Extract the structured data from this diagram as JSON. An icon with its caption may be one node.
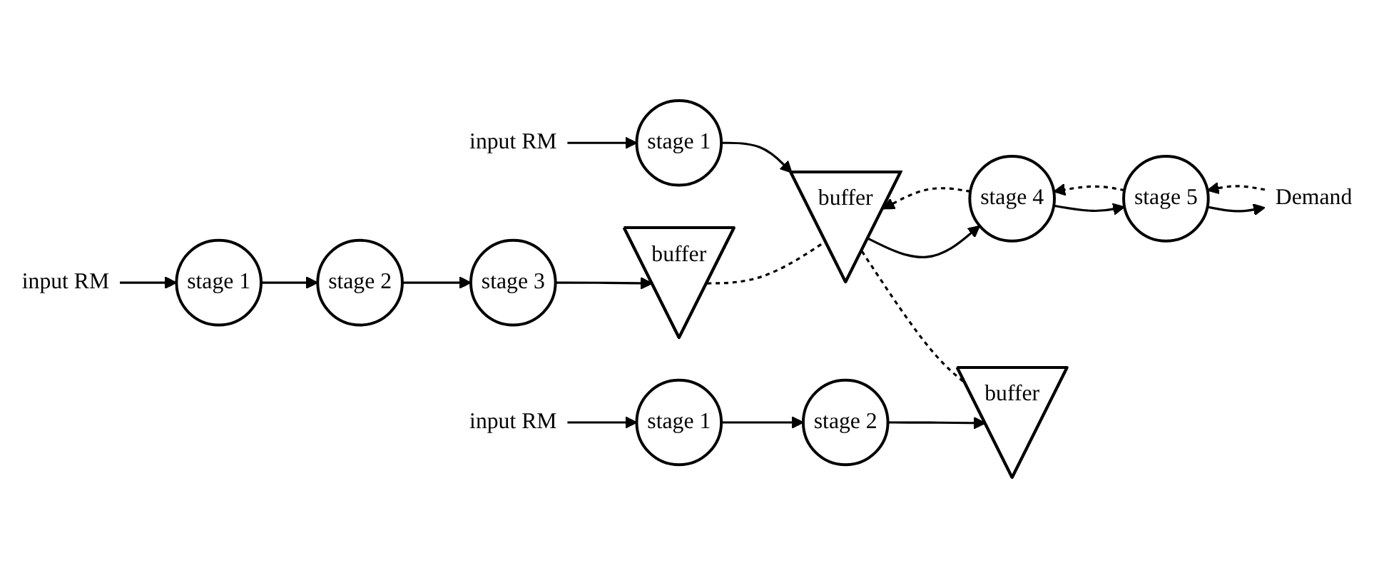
{
  "diagram": {
    "nodes": [
      {
        "text": [
          "input RM"
        ]
      },
      {
        "text": [
          "stage 1"
        ]
      },
      {
        "text": [
          "stage 2"
        ]
      },
      {
        "text": [
          "stage 3"
        ]
      },
      {
        "text": [
          "buffer"
        ]
      },
      {
        "text": [
          "input RM"
        ]
      },
      {
        "text": [
          "stage 1"
        ]
      },
      {
        "text": [
          "buffer"
        ]
      },
      {
        "text": [
          "stage 4"
        ]
      },
      {
        "text": [
          "stage 5"
        ]
      },
      {
        "text": [
          "Demand"
        ]
      },
      {
        "text": [
          "input RM"
        ]
      },
      {
        "text": [
          "stage 1"
        ]
      },
      {
        "text": [
          "stage 2"
        ]
      },
      {
        "text": [
          "buffer"
        ]
      }
    ],
    "edges": [
      {
        "from": 0,
        "to": 1,
        "arrow": "to"
      },
      {
        "from": 1,
        "to": 2,
        "arrow": "to"
      },
      {
        "from": 2,
        "to": 3,
        "arrow": "to"
      },
      {
        "from": 3,
        "to": 4,
        "arrow": "to"
      },
      {
        "from": 4,
        "to": 7,
        "arrow": "none",
        "style": "dashed"
      },
      {
        "from": 5,
        "to": 6,
        "arrow": "to"
      },
      {
        "from": 6,
        "to": 7,
        "arrow": "to"
      },
      {
        "from": 7,
        "to": 8,
        "arrow": "to"
      },
      {
        "from": 8,
        "to": 9,
        "arrow": "to"
      },
      {
        "from": 9,
        "to": 10,
        "arrow": "to"
      },
      {
        "from": 11,
        "to": 12,
        "arrow": "to"
      },
      {
        "from": 12,
        "to": 13,
        "arrow": "to"
      },
      {
        "from": 13,
        "to": 14,
        "arrow": "to"
      },
      {
        "from": 7,
        "to": 14,
        "arrow": "none",
        "style": "dashed"
      },
      {
        "from": 8,
        "to": 7,
        "arrow": "to",
        "style": "dashed"
      },
      {
        "from": 9,
        "to": 8,
        "arrow": "to",
        "style": "dashed"
      },
      {
        "from": 10,
        "to": 9,
        "arrow": "to",
        "style": "dashed"
      }
    ]
  }
}
